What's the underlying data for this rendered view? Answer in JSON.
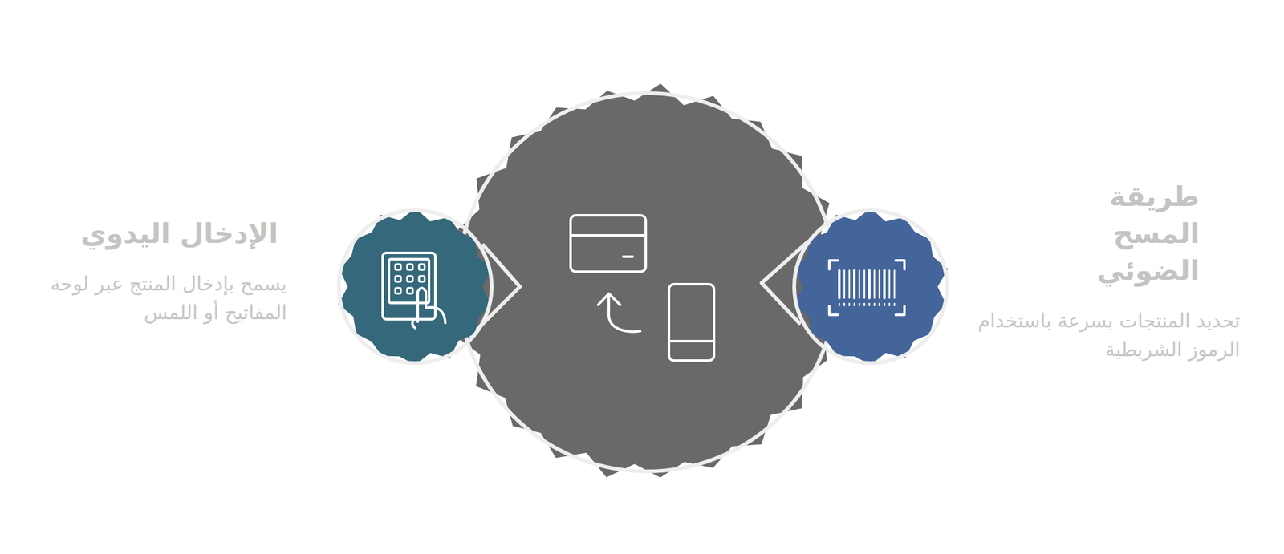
{
  "diagram": {
    "nodes": [
      {
        "text": [
          "طريقة المسح الضوئي",
          "تحديد المنتجات بسرعة باستخدام الرموز الشريطية"
        ]
      },
      {
        "text": [
          "الإدخال اليدوي",
          "يسمح بإدخال المنتج عبر لوحة المفاتيح أو اللمس"
        ]
      }
    ]
  }
}
